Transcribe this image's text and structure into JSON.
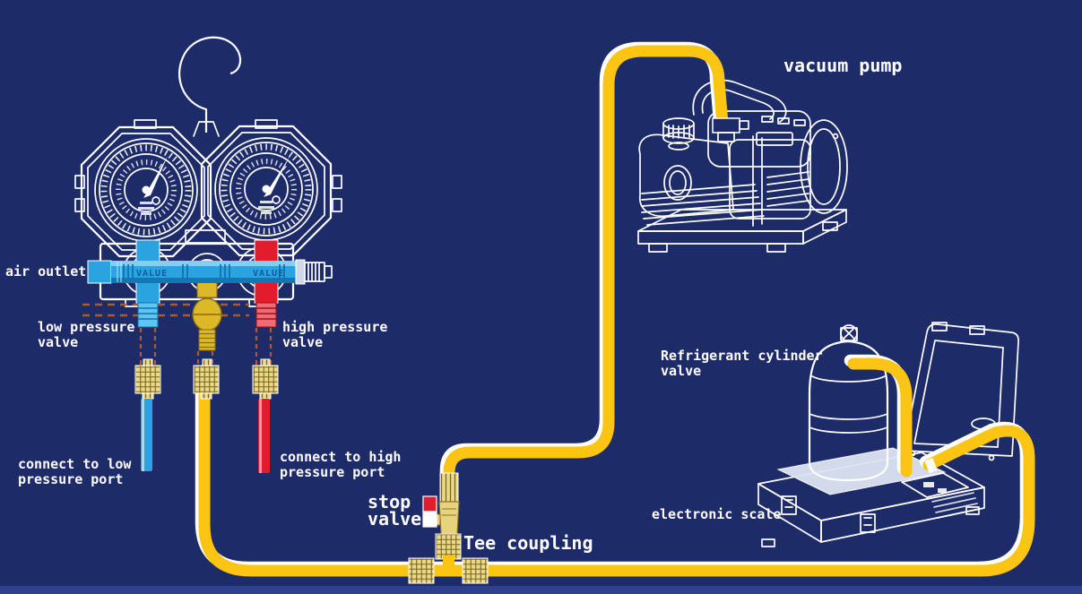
{
  "title": "A/C refrigerant evacuation and charging setup diagram",
  "colors": {
    "background": "#1e2b69",
    "footer_strip": "#2d4190",
    "hose_yellow": "#fcc413",
    "hose_blue": "#2aa3e0",
    "hose_red": "#e41b2c",
    "brass": "#ead989",
    "line_white": "#ffffff",
    "dash_color": "#b05a28"
  },
  "labels": {
    "air_outlet": "air outlet",
    "low_pressure_valve": "low pressure\nvalve",
    "high_pressure_valve": "high pressure\nvalve",
    "connect_low": "connect to low\npressure port",
    "connect_high": "connect to high\npressure port",
    "stop_valve": "stop\nvalve",
    "tee_coupling": "Tee coupling",
    "vacuum_pump": "vacuum pump",
    "refrigerant_cylinder_valve": "Refrigerant cylinder\nvalve",
    "electronic_scale": "electronic scale"
  },
  "brand": {
    "pipe_text_left": "VALUE",
    "pipe_text_right": "VALUE"
  }
}
